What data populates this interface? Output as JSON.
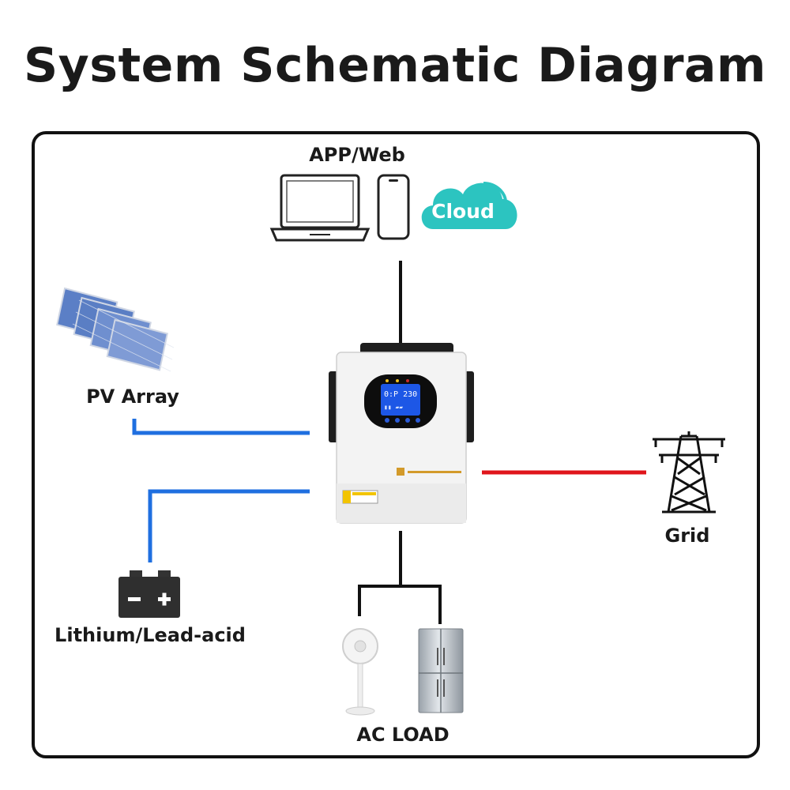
{
  "title": "System Schematic Diagram",
  "nodes": {
    "app": {
      "label": "APP/Web"
    },
    "cloud": {
      "label": "Cloud"
    },
    "pv": {
      "label": "PV Array"
    },
    "battery": {
      "label": "Lithium/Lead-acid"
    },
    "grid": {
      "label": "Grid"
    },
    "load": {
      "label": "AC LOAD"
    }
  },
  "colors": {
    "dc_line": "#1f6fe0",
    "grid_line": "#e0151b",
    "comm_line": "#111111",
    "cloud": "#2cc4c0"
  },
  "icons": {
    "app": [
      "laptop-icon",
      "smartphone-icon",
      "cloud-icon"
    ],
    "pv": "solar-panel-icon",
    "battery": "battery-icon",
    "grid": "transmission-tower-icon",
    "load": [
      "fan-icon",
      "refrigerator-icon"
    ],
    "center": "hybrid-inverter"
  }
}
